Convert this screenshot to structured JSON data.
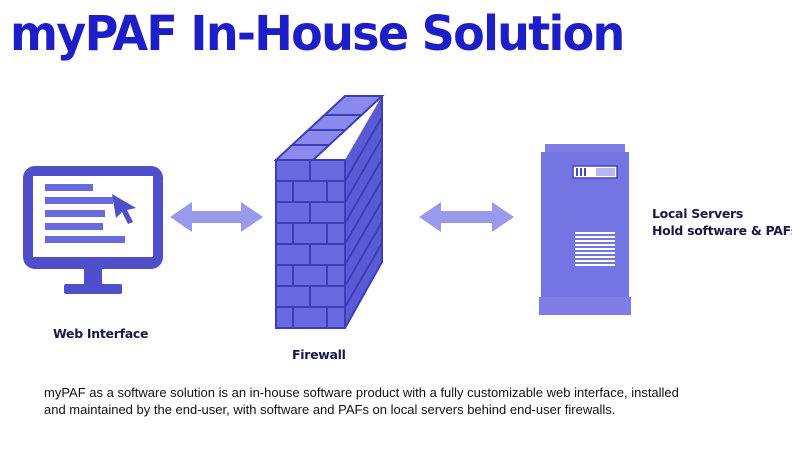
{
  "title": "myPAF In-House Solution",
  "labels": {
    "web_interface": "Web Interface",
    "firewall": "Firewall",
    "local_servers_line1": "Local Servers",
    "local_servers_line2": "Hold software & PAFs"
  },
  "description": "myPAF as a software solution is an in-house software product with a fully customizable web interface, installed and maintained by the end-user, with software and PAFs on local servers behind end-user firewalls.",
  "icons": {
    "monitor": "computer-monitor-icon",
    "cursor": "mouse-cursor-icon",
    "firewall": "brick-wall-icon",
    "server": "server-tower-icon",
    "arrows": "double-headed-arrow-icon"
  },
  "colors": {
    "title": "#1e1ec8",
    "icon_dark": "#4747c6",
    "icon_mid": "#6a6ae0",
    "icon_light": "#8a8aee",
    "arrow": "#9a9aec"
  }
}
